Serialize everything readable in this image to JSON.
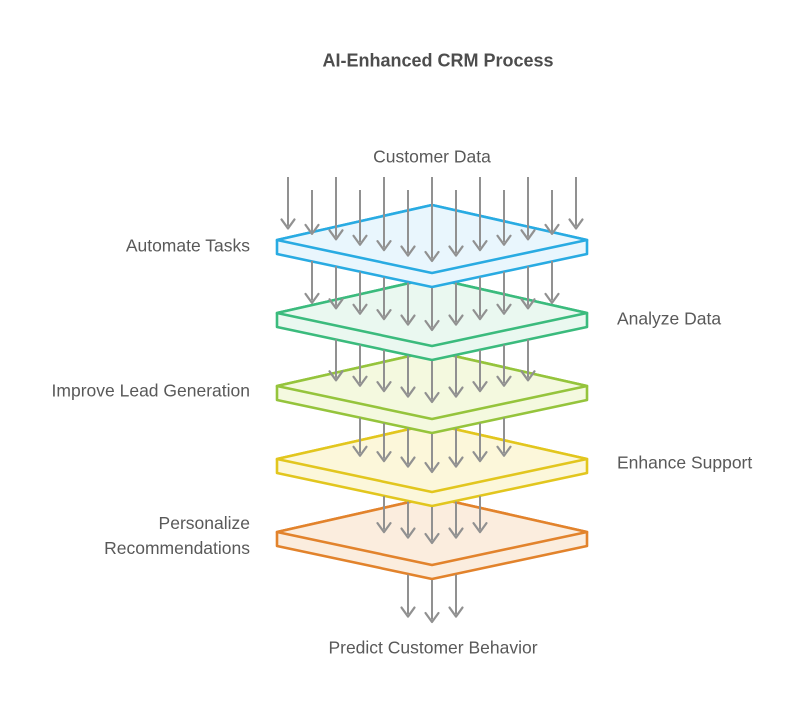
{
  "title": "AI-Enhanced CRM Process",
  "source_node": "Customer Data",
  "sink_node": "Predict Customer Behavior",
  "layers": [
    {
      "label": "Automate Tasks",
      "label_side": "left",
      "stroke": "#29abe2",
      "fill": "#e9f6fd"
    },
    {
      "label": "Analyze Data",
      "label_side": "right",
      "stroke": "#3bbb7d",
      "fill": "#eaf8f0"
    },
    {
      "label": "Improve Lead Generation",
      "label_side": "left",
      "stroke": "#95c43c",
      "fill": "#f4f9df"
    },
    {
      "label": "Enhance Support",
      "label_side": "right",
      "stroke": "#e2c61e",
      "fill": "#fcf7da"
    },
    {
      "label": "Personalize Recommendations",
      "label_side": "left",
      "stroke": "#e2832c",
      "fill": "#fbedde"
    }
  ],
  "arrow_counts_per_band": [
    13,
    11,
    9,
    7,
    5,
    3
  ],
  "colors": {
    "arrow": "#919191",
    "title_text": "#4d4d4d",
    "label_text": "#595959",
    "background": "#ffffff"
  }
}
